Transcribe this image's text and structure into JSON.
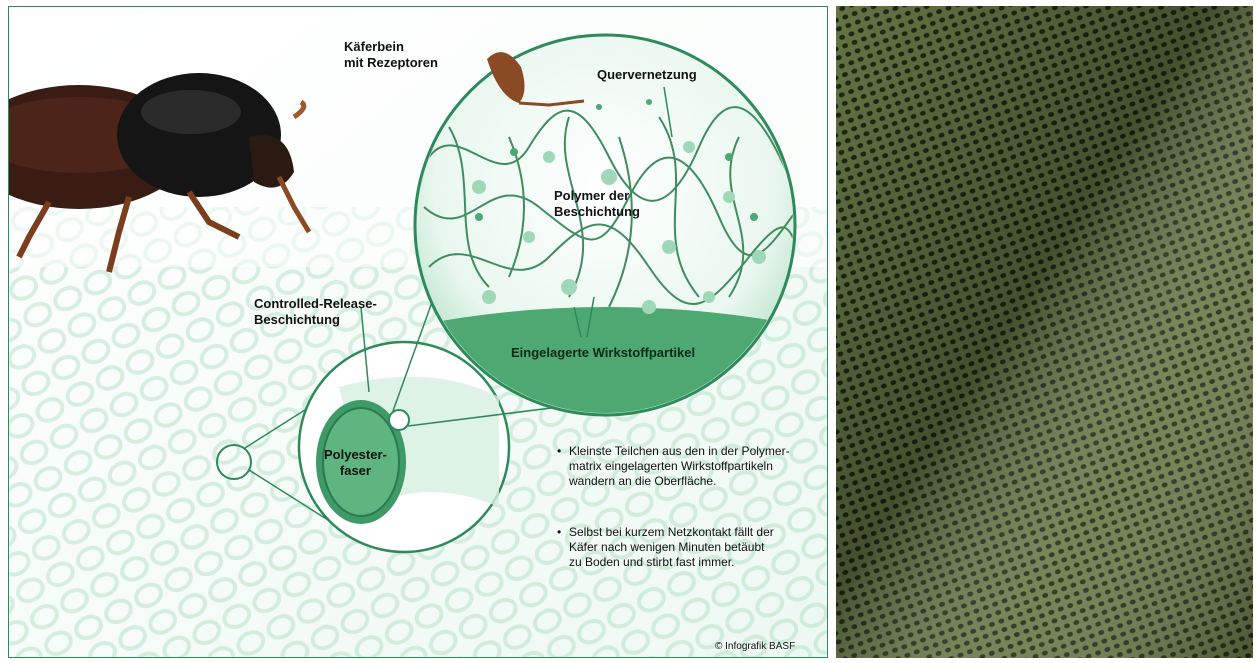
{
  "labels": {
    "leg_line1": "Käferbein",
    "leg_line2": "mit Rezeptoren",
    "crosslink": "Quervernetzung",
    "polymer_line1": "Polymer der",
    "polymer_line2": "Beschichtung",
    "coating_line1": "Controlled-Release-",
    "coating_line2": "Beschichtung",
    "particles": "Eingelagerte Wirkstoffpartikel",
    "fiber_line1": "Polyester-",
    "fiber_line2": "faser"
  },
  "notes": [
    {
      "bullet": "•",
      "lines": [
        "Kleinste Teilchen aus den in der Polymer-",
        "matrix eingelagerten Wirkstoffpartikeln",
        "wandern an die Oberfläche."
      ]
    },
    {
      "bullet": "•",
      "lines": [
        "Selbst bei kurzem Netzkontakt fällt der",
        "Käfer nach wenigen Minuten betäubt",
        "zu Boden und stirbt fast immer."
      ]
    }
  ],
  "credit": "© Infografik BASF",
  "colors": {
    "accent": "#2d8a5a",
    "light_green": "#cfeedd",
    "mesh_green": "#5a6b3c"
  }
}
